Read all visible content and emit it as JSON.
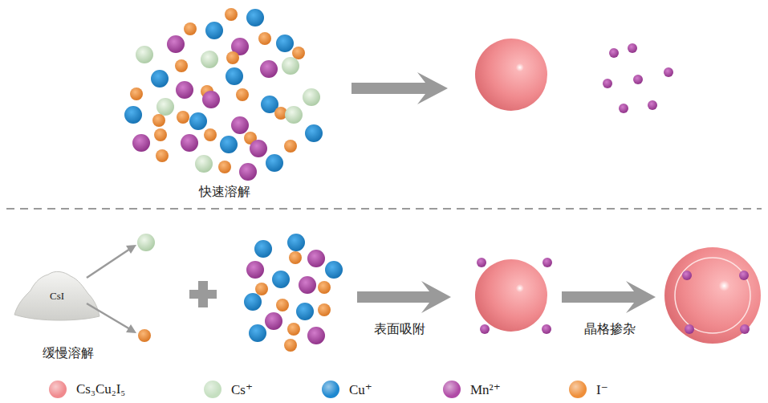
{
  "diagram": {
    "labels": [
      "快速溶解",
      "CsI",
      "缓慢溶解",
      "表面吸附",
      "晶格掺杂"
    ],
    "legend": [
      {
        "text": "Cs₃Cu₂I₅",
        "color": "#f08a8e"
      },
      {
        "text": "Cs⁺",
        "color": "#c5dfc0"
      },
      {
        "text": "Cu⁺",
        "color": "#1e88d0"
      },
      {
        "text": "Mn²⁺",
        "color": "#b04aa6"
      },
      {
        "text": "I⁻",
        "color": "#ef8f3a"
      }
    ]
  }
}
